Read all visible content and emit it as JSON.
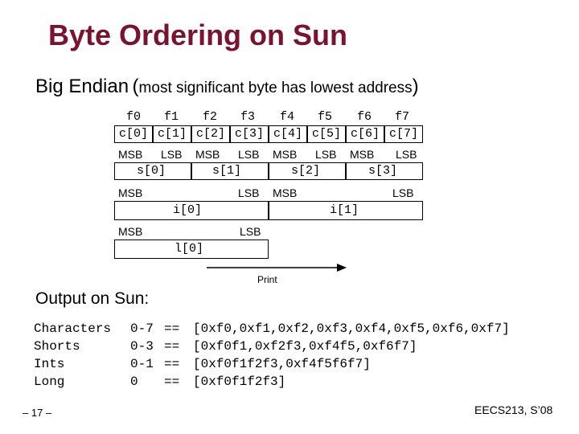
{
  "title": "Byte Ordering on Sun",
  "subtitle": {
    "main": "Big Endian",
    "open_paren": "(",
    "note": "most significant byte has lowest address",
    "close_paren": ")"
  },
  "hex_values": [
    "f0",
    "f1",
    "f2",
    "f3",
    "f4",
    "f5",
    "f6",
    "f7"
  ],
  "chars": [
    "c[0]",
    "c[1]",
    "c[2]",
    "c[3]",
    "c[4]",
    "c[5]",
    "c[6]",
    "c[7]"
  ],
  "msb": "MSB",
  "lsb": "LSB",
  "shorts": [
    "s[0]",
    "s[1]",
    "s[2]",
    "s[3]"
  ],
  "ints": [
    "i[0]",
    "i[1]"
  ],
  "longs": [
    "l[0]"
  ],
  "print_label": "Print",
  "output_heading": "Output on Sun:",
  "output_rows": [
    {
      "type": "Characters",
      "range": "0-7",
      "eq": "==",
      "values": "[0xf0,0xf1,0xf2,0xf3,0xf4,0xf5,0xf6,0xf7]"
    },
    {
      "type": "Shorts",
      "range": "0-3",
      "eq": "==",
      "values": "[0xf0f1,0xf2f3,0xf4f5,0xf6f7]"
    },
    {
      "type": "Ints",
      "range": "0-1",
      "eq": "==",
      "values": "[0xf0f1f2f3,0xf4f5f6f7]"
    },
    {
      "type": "Long",
      "range": "0",
      "eq": "==",
      "values": "[0xf0f1f2f3]"
    }
  ],
  "footer_left": "– 17 –",
  "footer_right": "EECS213, S’08",
  "colors": {
    "title": "#7a1330",
    "text": "#000000",
    "background": "#ffffff"
  }
}
